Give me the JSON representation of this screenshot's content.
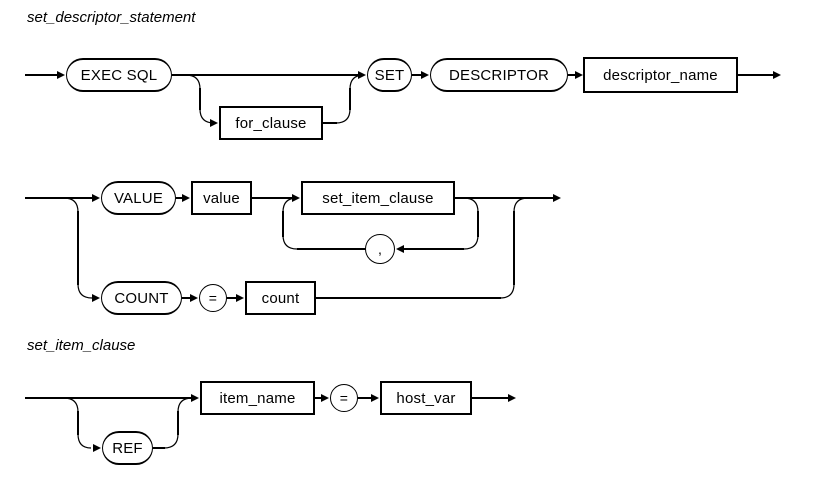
{
  "diagram_type": "railroad-syntax-diagram",
  "colors": {
    "line": "#000000",
    "text": "#000000",
    "background": "#ffffff"
  },
  "sections": {
    "statement": {
      "title": "set_descriptor_statement",
      "exec_sql": "EXEC SQL",
      "for_clause": "for_clause",
      "set": "SET",
      "descriptor": "DESCRIPTOR",
      "descriptor_name": "descriptor_name",
      "value_keyword": "VALUE",
      "value": "value",
      "set_item_clause": "set_item_clause",
      "comma": ",",
      "count_keyword": "COUNT",
      "equals": "=",
      "count": "count"
    },
    "item_clause": {
      "title": "set_item_clause",
      "ref": "REF",
      "item_name": "item_name",
      "equals": "=",
      "host_var": "host_var"
    }
  }
}
